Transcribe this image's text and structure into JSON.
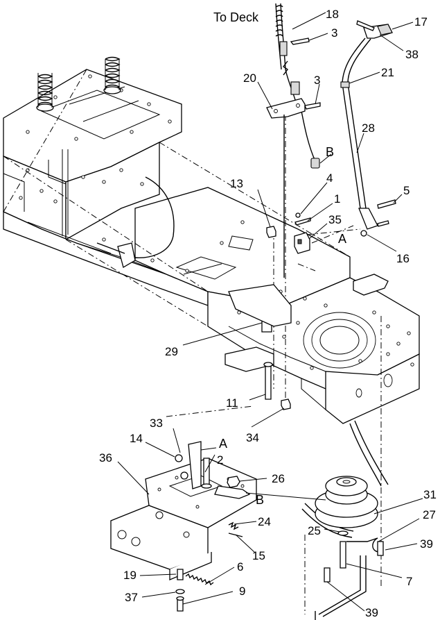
{
  "callouts": [
    {
      "id": "to-deck",
      "text": "To Deck"
    },
    {
      "id": "18",
      "text": "18"
    },
    {
      "id": "3a",
      "text": "3"
    },
    {
      "id": "17",
      "text": "17"
    },
    {
      "id": "38",
      "text": "38"
    },
    {
      "id": "21",
      "text": "21"
    },
    {
      "id": "20",
      "text": "20"
    },
    {
      "id": "3b",
      "text": "3"
    },
    {
      "id": "28",
      "text": "28"
    },
    {
      "id": "B1",
      "text": "B"
    },
    {
      "id": "13",
      "text": "13"
    },
    {
      "id": "4",
      "text": "4"
    },
    {
      "id": "1",
      "text": "1"
    },
    {
      "id": "5",
      "text": "5"
    },
    {
      "id": "35",
      "text": "35"
    },
    {
      "id": "A1",
      "text": "A"
    },
    {
      "id": "16",
      "text": "16"
    },
    {
      "id": "29",
      "text": "29"
    },
    {
      "id": "11",
      "text": "11"
    },
    {
      "id": "34",
      "text": "34"
    },
    {
      "id": "33",
      "text": "33"
    },
    {
      "id": "14",
      "text": "14"
    },
    {
      "id": "A2",
      "text": "A"
    },
    {
      "id": "36",
      "text": "36"
    },
    {
      "id": "2",
      "text": "2"
    },
    {
      "id": "26",
      "text": "26"
    },
    {
      "id": "B2",
      "text": "B"
    },
    {
      "id": "31",
      "text": "31"
    },
    {
      "id": "27",
      "text": "27"
    },
    {
      "id": "24",
      "text": "24"
    },
    {
      "id": "25",
      "text": "25"
    },
    {
      "id": "39a",
      "text": "39"
    },
    {
      "id": "15",
      "text": "15"
    },
    {
      "id": "7",
      "text": "7"
    },
    {
      "id": "19",
      "text": "19"
    },
    {
      "id": "6",
      "text": "6"
    },
    {
      "id": "37",
      "text": "37"
    },
    {
      "id": "9",
      "text": "9"
    },
    {
      "id": "39b",
      "text": "39"
    }
  ]
}
